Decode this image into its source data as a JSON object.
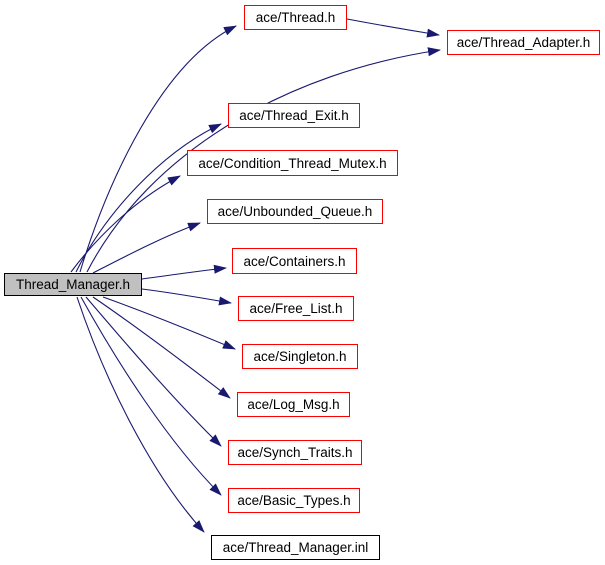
{
  "diagram": {
    "type": "include-dependency-graph",
    "colors": {
      "edge": "#191970",
      "link_node_border": "#ff0000",
      "plain_node_border": "#000000",
      "root_node_fill": "#c0c0c0",
      "node_fill": "#ffffff",
      "text": "#000000"
    },
    "nodes": [
      {
        "id": "thread_manager_h",
        "label": "Thread_Manager.h",
        "kind": "root"
      },
      {
        "id": "thread_h",
        "label": "ace/Thread.h",
        "kind": "link"
      },
      {
        "id": "thread_adapter_h",
        "label": "ace/Thread_Adapter.h",
        "kind": "link"
      },
      {
        "id": "thread_exit_h",
        "label": "ace/Thread_Exit.h",
        "kind": "link"
      },
      {
        "id": "condition_mutex_h",
        "label": "ace/Condition_Thread_Mutex.h",
        "kind": "link"
      },
      {
        "id": "unbounded_queue_h",
        "label": "ace/Unbounded_Queue.h",
        "kind": "link"
      },
      {
        "id": "containers_h",
        "label": "ace/Containers.h",
        "kind": "link"
      },
      {
        "id": "free_list_h",
        "label": "ace/Free_List.h",
        "kind": "link"
      },
      {
        "id": "singleton_h",
        "label": "ace/Singleton.h",
        "kind": "link"
      },
      {
        "id": "log_msg_h",
        "label": "ace/Log_Msg.h",
        "kind": "link"
      },
      {
        "id": "synch_traits_h",
        "label": "ace/Synch_Traits.h",
        "kind": "link"
      },
      {
        "id": "basic_types_h",
        "label": "ace/Basic_Types.h",
        "kind": "link"
      },
      {
        "id": "thread_manager_inl",
        "label": "ace/Thread_Manager.inl",
        "kind": "plain"
      }
    ],
    "edges": [
      {
        "from": "thread_manager_h",
        "to": "thread_h"
      },
      {
        "from": "thread_manager_h",
        "to": "thread_adapter_h"
      },
      {
        "from": "thread_h",
        "to": "thread_adapter_h"
      },
      {
        "from": "thread_manager_h",
        "to": "thread_exit_h"
      },
      {
        "from": "thread_manager_h",
        "to": "condition_mutex_h"
      },
      {
        "from": "thread_manager_h",
        "to": "unbounded_queue_h"
      },
      {
        "from": "thread_manager_h",
        "to": "containers_h"
      },
      {
        "from": "thread_manager_h",
        "to": "free_list_h"
      },
      {
        "from": "thread_manager_h",
        "to": "singleton_h"
      },
      {
        "from": "thread_manager_h",
        "to": "log_msg_h"
      },
      {
        "from": "thread_manager_h",
        "to": "synch_traits_h"
      },
      {
        "from": "thread_manager_h",
        "to": "basic_types_h"
      },
      {
        "from": "thread_manager_h",
        "to": "thread_manager_inl"
      }
    ]
  }
}
